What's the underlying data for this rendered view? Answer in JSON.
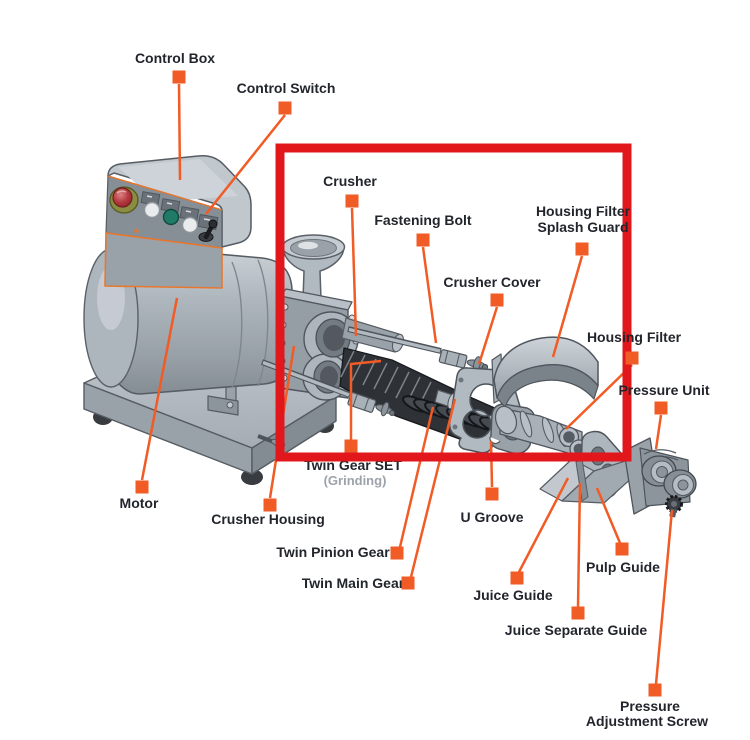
{
  "diagram": {
    "type": "exploded-parts-diagram",
    "subject": "twin-gear-grinding-machine",
    "labels": {
      "control_box": "Control Box",
      "control_switch": "Control Switch",
      "crusher": "Crusher",
      "fastening_bolt": "Fastening Bolt",
      "housing_filter_splash_guard_line1": "Housing Filter",
      "housing_filter_splash_guard_line2": "Splash Guard",
      "crusher_cover": "Crusher Cover",
      "housing_filter": "Housing Filter",
      "pressure_unit": "Pressure Unit",
      "motor": "Motor",
      "crusher_housing": "Crusher Housing",
      "twin_gear_set": "Twin Gear SET",
      "twin_gear_set_note": "(Grinding)",
      "twin_pinion_gear": "Twin Pinion Gear",
      "twin_main_gear": "Twin Main Gear",
      "u_groove": "U Groove",
      "juice_guide": "Juice Guide",
      "pulp_guide": "Pulp Guide",
      "juice_separate_guide": "Juice Separate Guide",
      "pressure_adjustment_line1": "Pressure",
      "pressure_adjustment_line2": "Adjustment Screw"
    },
    "colors": {
      "callout_orange": "#F15B25",
      "highlight_red": "#E1171C",
      "label_text": "#22252C",
      "note_gray": "#9CA2AA"
    }
  }
}
